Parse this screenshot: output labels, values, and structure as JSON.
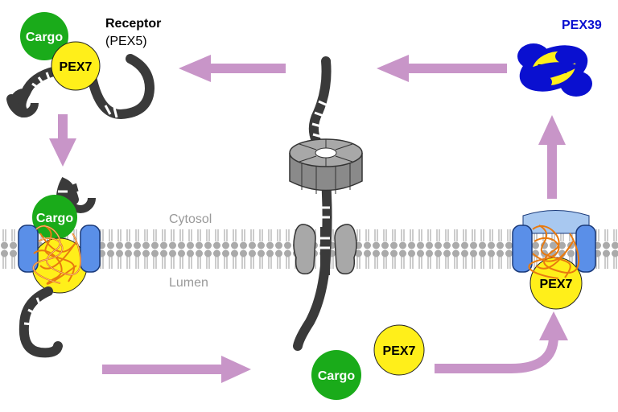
{
  "labels": {
    "receptor": "Receptor",
    "receptor_sub": "(PEX5)",
    "pex39": "PEX39",
    "cytosol": "Cytosol",
    "lumen": "Lumen"
  },
  "molecules": {
    "cargo": "Cargo",
    "pex7": "PEX7"
  },
  "colors": {
    "cargo": "#1aab1a",
    "pex7": "#ffef1a",
    "pex39": "#0a10d0",
    "arrow": "#c895c8",
    "membrane": "#aaaaaa",
    "channel": "#5a8fe8",
    "tangle": "#e87a10",
    "receptor": "#3a3a3a"
  }
}
